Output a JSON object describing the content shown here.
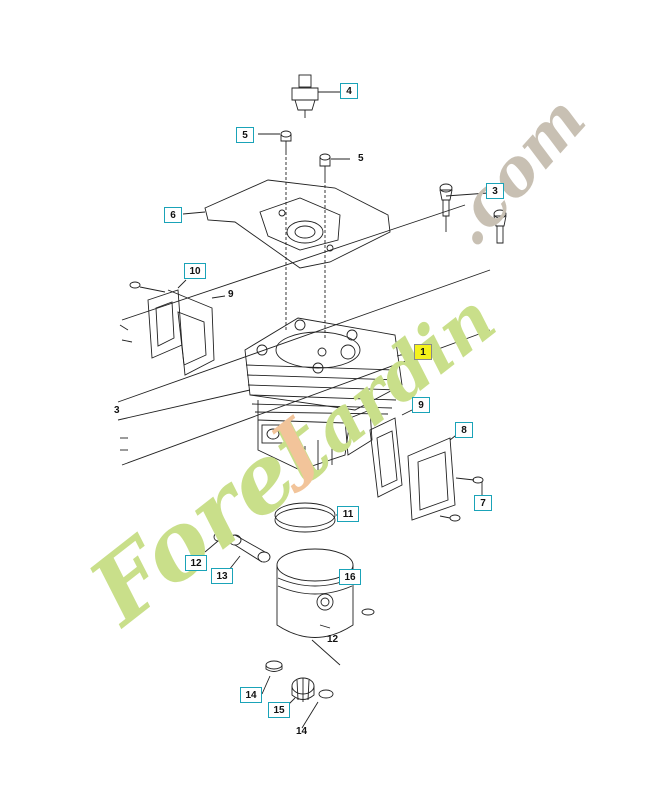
{
  "diagram": {
    "callouts": {
      "c1": "1",
      "c3": "3",
      "c4": "4",
      "c5a": "5",
      "c6": "6",
      "c7": "7",
      "c8": "8",
      "c9b": "9",
      "c10": "10",
      "c11": "11",
      "c12a": "12",
      "c13": "13",
      "c14a": "14",
      "c15": "15",
      "c16": "16"
    },
    "plain_labels": {
      "p5": "5",
      "p9": "9",
      "p12": "12",
      "p3": "3",
      "p14": "14"
    },
    "highlight_color": "#f5f21a",
    "callout_border_color": "#1aa3b8"
  },
  "watermark": {
    "brand": "ForetJardin.com",
    "colors": {
      "green": "#c9df8a",
      "orange": "#f2c49a",
      "grey": "#c8c0b3"
    }
  }
}
